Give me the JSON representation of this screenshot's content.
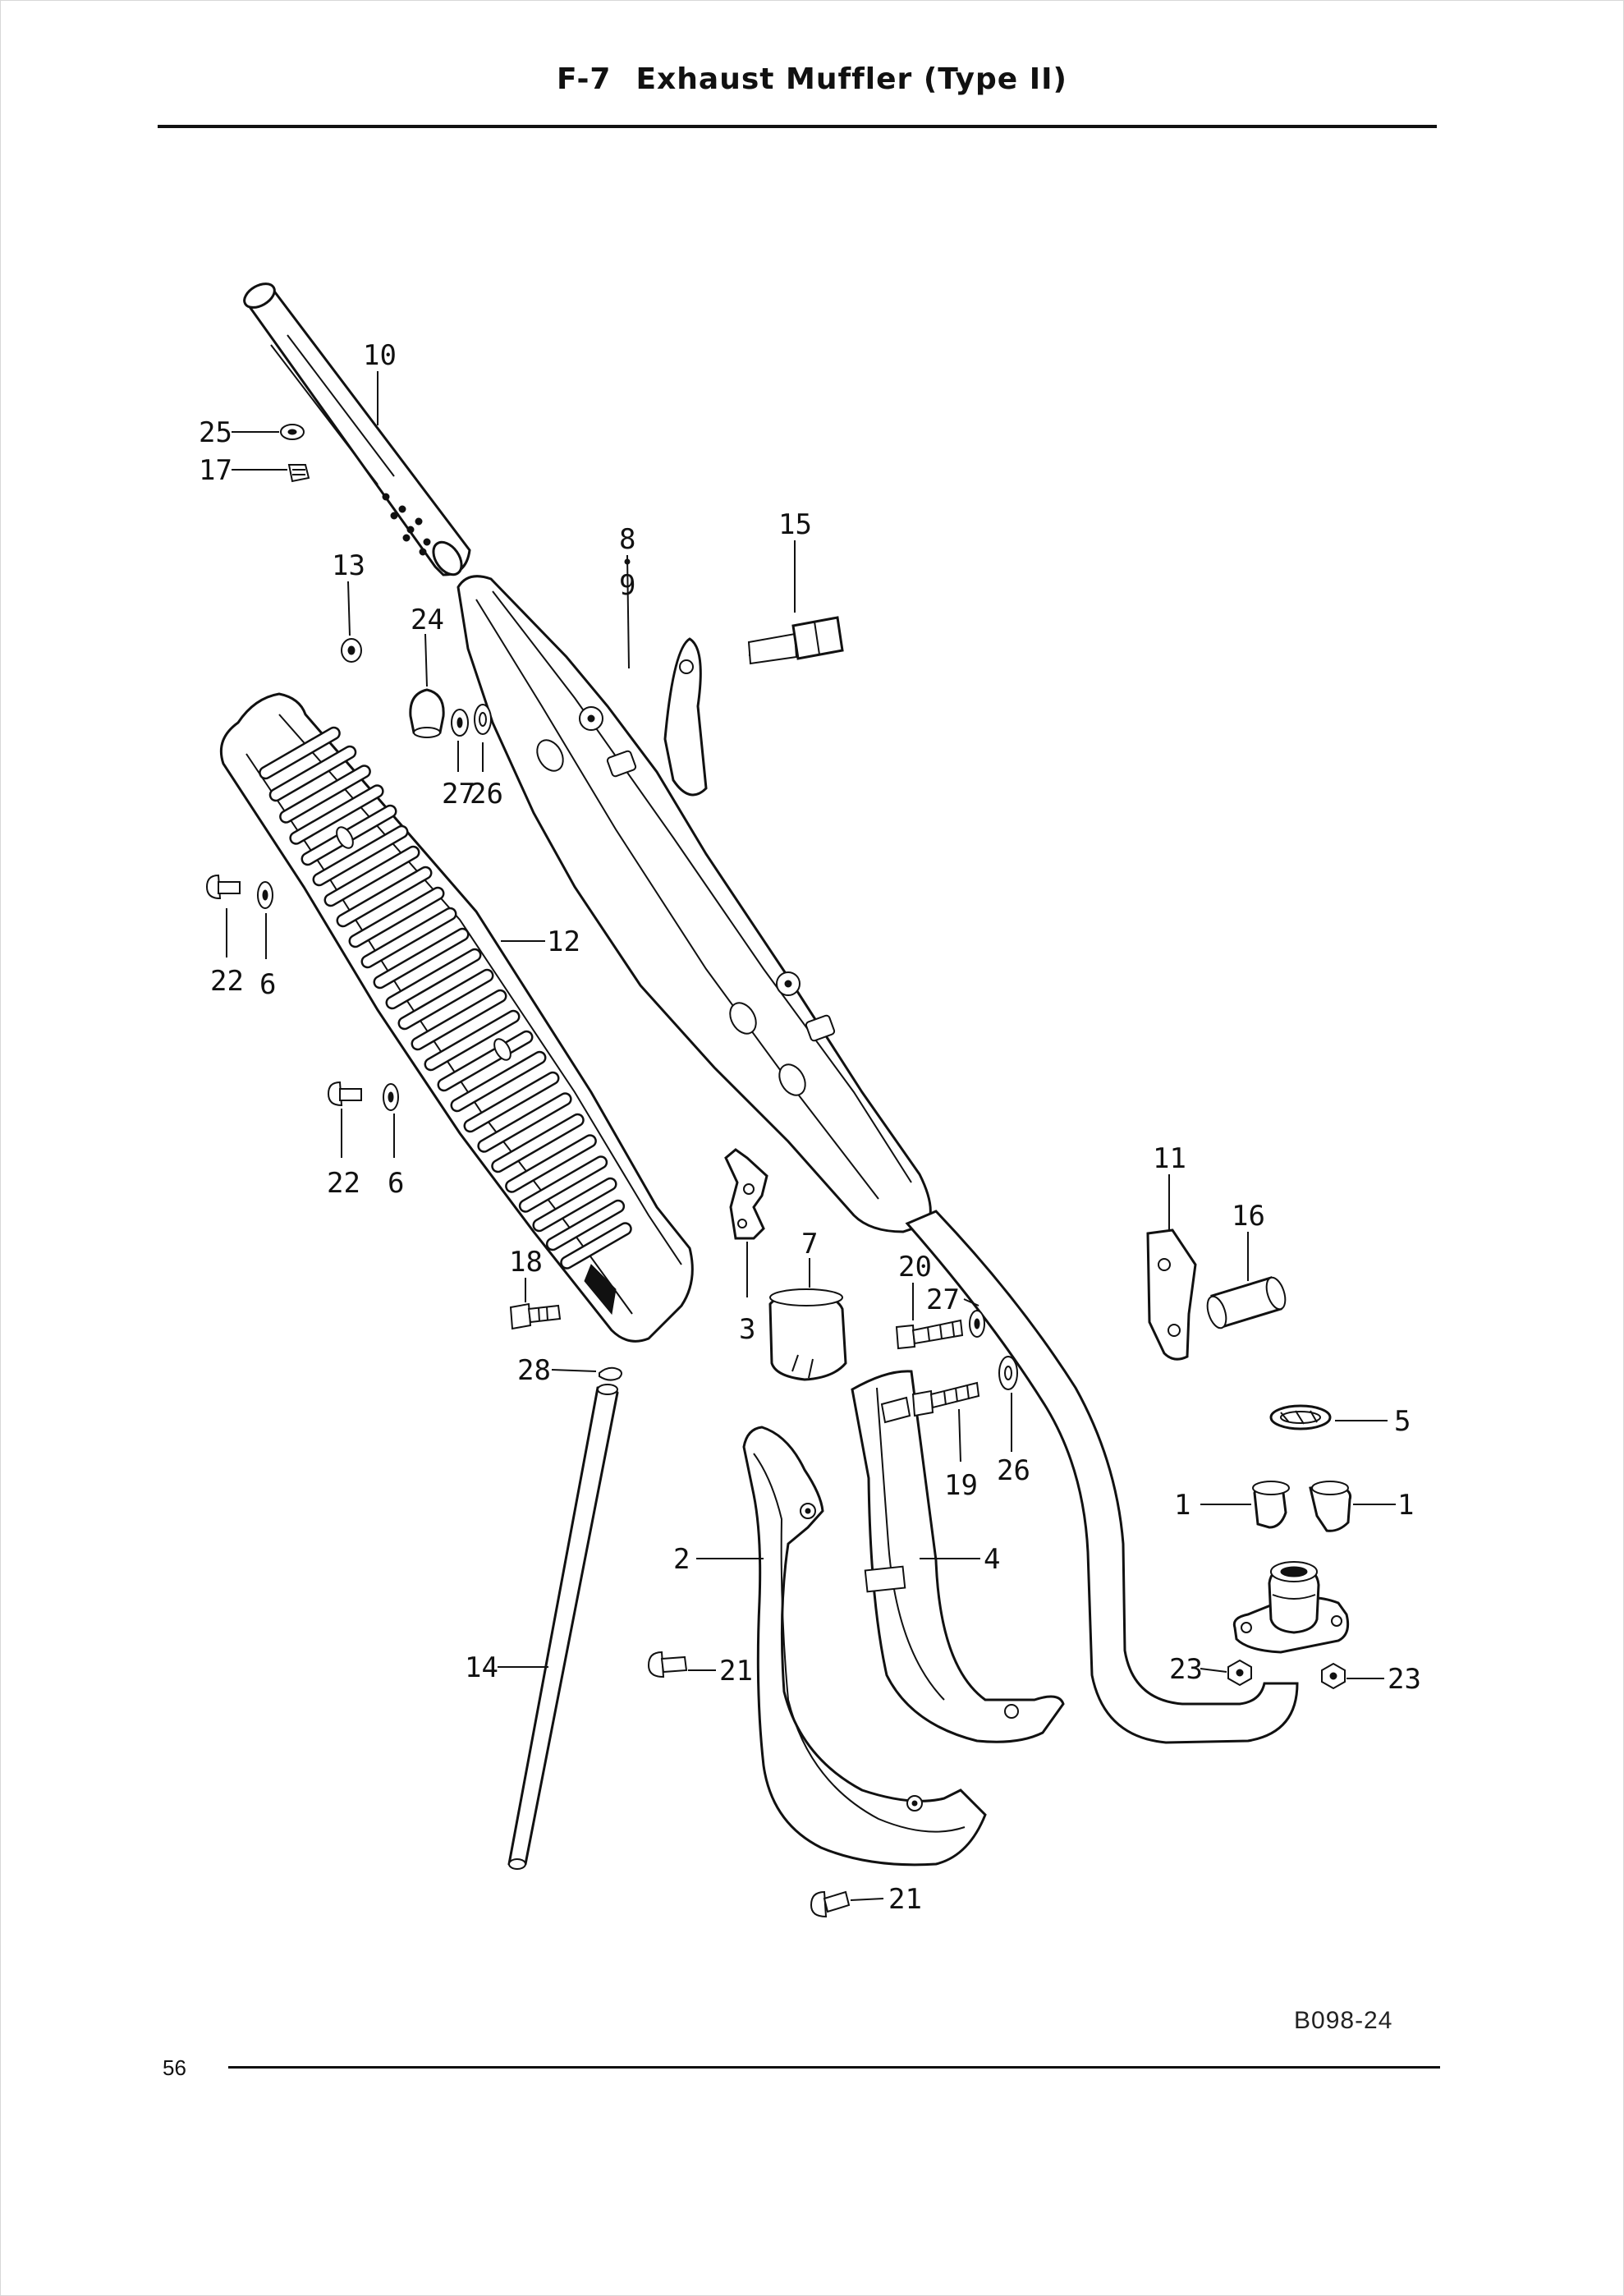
{
  "header": {
    "code": "F-7",
    "title": "Exhaust Muffler (Type II)"
  },
  "footer": {
    "page_number": "56",
    "figure_code": "B098-24"
  },
  "callouts": {
    "c10": "10",
    "c25": "25",
    "c17": "17",
    "c13": "13",
    "c8": "8",
    "c9": "9",
    "c15": "15",
    "c24": "24",
    "c27a": "27",
    "c26a": "26",
    "c22a": "22",
    "c6a": "6",
    "c12": "12",
    "c22b": "22",
    "c6b": "6",
    "c11": "11",
    "c16": "16",
    "c18": "18",
    "c3": "3",
    "c7": "7",
    "c20": "20",
    "c27b": "27",
    "c28": "28",
    "c5": "5",
    "c19": "19",
    "c26b": "26",
    "c1a": "1",
    "c1b": "1",
    "c2": "2",
    "c4": "4",
    "c14": "14",
    "c21a": "21",
    "c23a": "23",
    "c23b": "23",
    "c21b": "21"
  }
}
